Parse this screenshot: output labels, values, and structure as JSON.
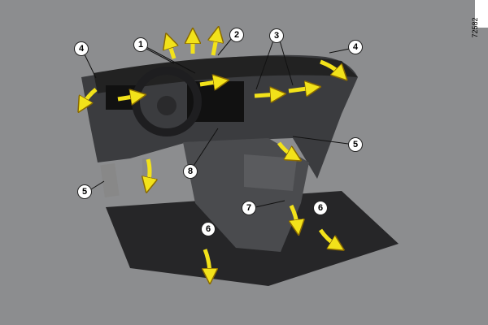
{
  "figure_id": "72582",
  "colors": {
    "background": "#8c8d8f",
    "interior": "#3a3b3e",
    "arrow": "#f2e21a"
  },
  "callouts": [
    {
      "label": "1"
    },
    {
      "label": "2"
    },
    {
      "label": "3"
    },
    {
      "label": "4"
    },
    {
      "label": "4"
    },
    {
      "label": "5"
    },
    {
      "label": "5"
    },
    {
      "label": "6"
    },
    {
      "label": "6"
    },
    {
      "label": "7"
    },
    {
      "label": "8"
    }
  ]
}
